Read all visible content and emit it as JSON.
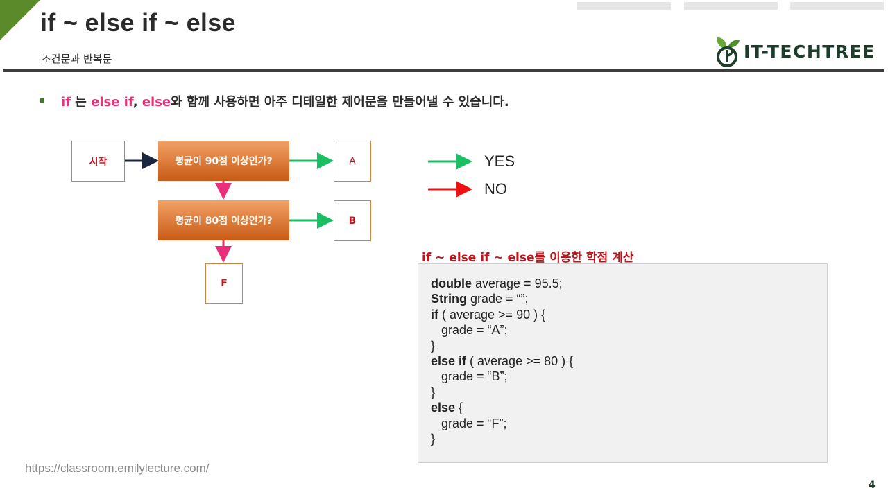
{
  "header": {
    "title": "if ~ else if ~ else",
    "subtitle": "조건문과 반복문",
    "logo_text": "IT-TECHTREE",
    "accent_color": "#5a8a2a"
  },
  "bullet": {
    "part1": "if",
    "part2": " 는 ",
    "part3": "else if",
    "part4": ", ",
    "part5": "else",
    "part6": "와 함께 사용하면 아주 디테일한 제어문을 만들어낼 수 있습니다."
  },
  "flowchart": {
    "start_label": "시작",
    "decision1_label": "평균이 90점 이상인가?",
    "decision2_label": "평균이 80점 이상인가?",
    "result_a": "A",
    "result_b": "B",
    "result_f": "F",
    "yes_color": "#1bbf63",
    "no_color": "#e8317a"
  },
  "legend": {
    "yes_label": "YES",
    "no_label": "NO",
    "yes_color": "#1bbf63",
    "no_color": "#ee1111"
  },
  "code": {
    "title": "if ~ else if ~ else를 이용한 학점 계산",
    "lines": [
      {
        "kw": "double",
        "rest": " average = 95.5;"
      },
      {
        "kw": "String",
        "rest": " grade = “”;"
      },
      {
        "kw": "if",
        "rest": " ( average >= 90 ) {"
      },
      {
        "kw": "",
        "rest": "   grade = “A”;"
      },
      {
        "kw": "",
        "rest": "}"
      },
      {
        "kw": "else if",
        "rest": " ( average >= 80 ) {"
      },
      {
        "kw": "",
        "rest": "   grade = “B”;"
      },
      {
        "kw": "",
        "rest": "}"
      },
      {
        "kw": "else",
        "rest": " {"
      },
      {
        "kw": "",
        "rest": "   grade = “F”;"
      },
      {
        "kw": "",
        "rest": "}"
      }
    ]
  },
  "footer": {
    "url": "https://classroom.emilylecture.com/",
    "page_number": "4"
  }
}
